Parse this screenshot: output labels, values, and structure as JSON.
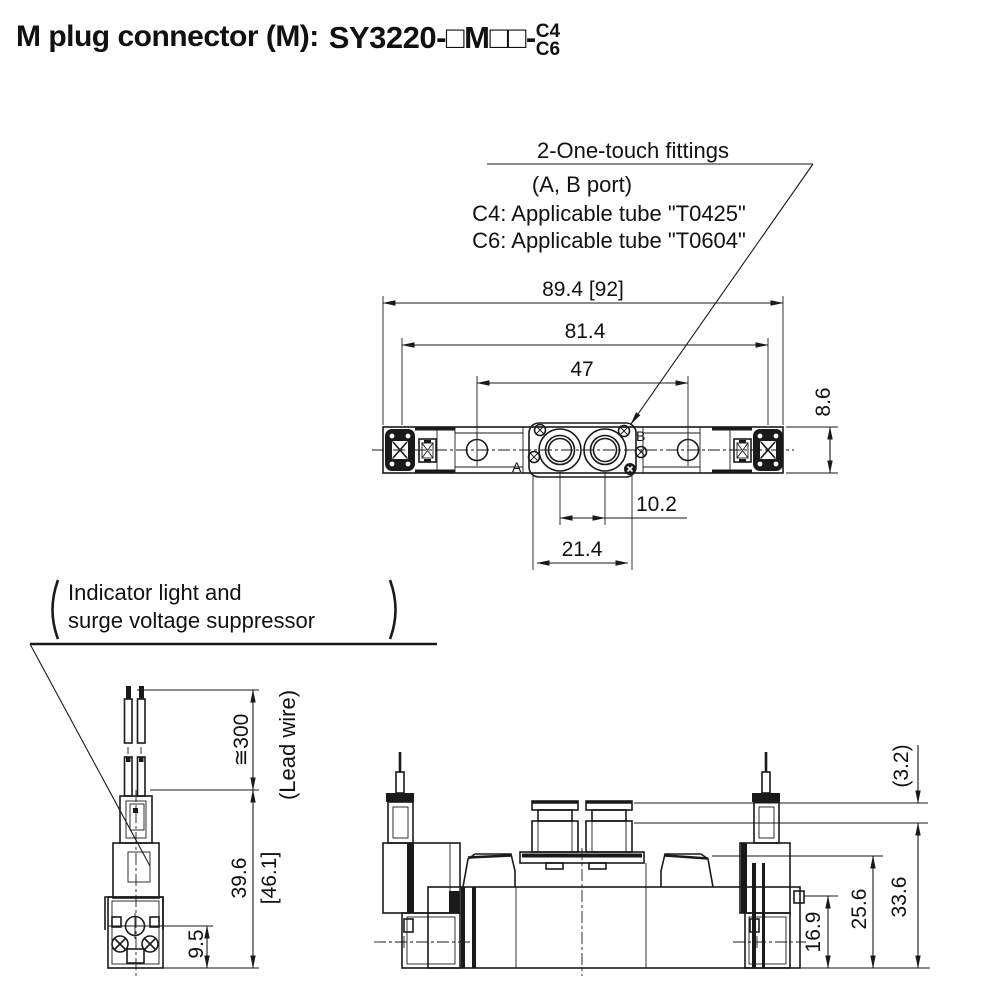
{
  "title": {
    "prefix": "M plug connector (M):",
    "model": "SY3220-□M□□-",
    "option_top": "C4",
    "option_bottom": "C6"
  },
  "fitting_callout": {
    "line1": "2-One-touch fittings",
    "line2": "(A, B port)",
    "line3": "C4: Applicable tube \"T0425\"",
    "line4": "C6: Applicable tube \"T0604\""
  },
  "indicator_callout": {
    "line1": "Indicator light and",
    "line2": "surge voltage suppressor"
  },
  "top_view": {
    "dim_overall": "89.4 [92]",
    "dim_body": "81.4",
    "dim_hole_pitch": "47",
    "dim_height": "8.6",
    "dim_port_pitch": "10.2",
    "dim_port_span": "21.4",
    "label_port_a": "A",
    "label_port_b": "B"
  },
  "front_view": {
    "dim_lead_wire": "≅300",
    "label_lead_wire": "(Lead wire)",
    "dim_height": "39.6",
    "dim_height_alt": "[46.1]",
    "dim_port": "9.5"
  },
  "side_view": {
    "dim_protrusion": "(3.2)",
    "dim_total": "33.6",
    "dim_mid": "25.6",
    "dim_port": "16.9"
  },
  "colors": {
    "ink": "#1a1a1a",
    "paper": "#ffffff"
  }
}
